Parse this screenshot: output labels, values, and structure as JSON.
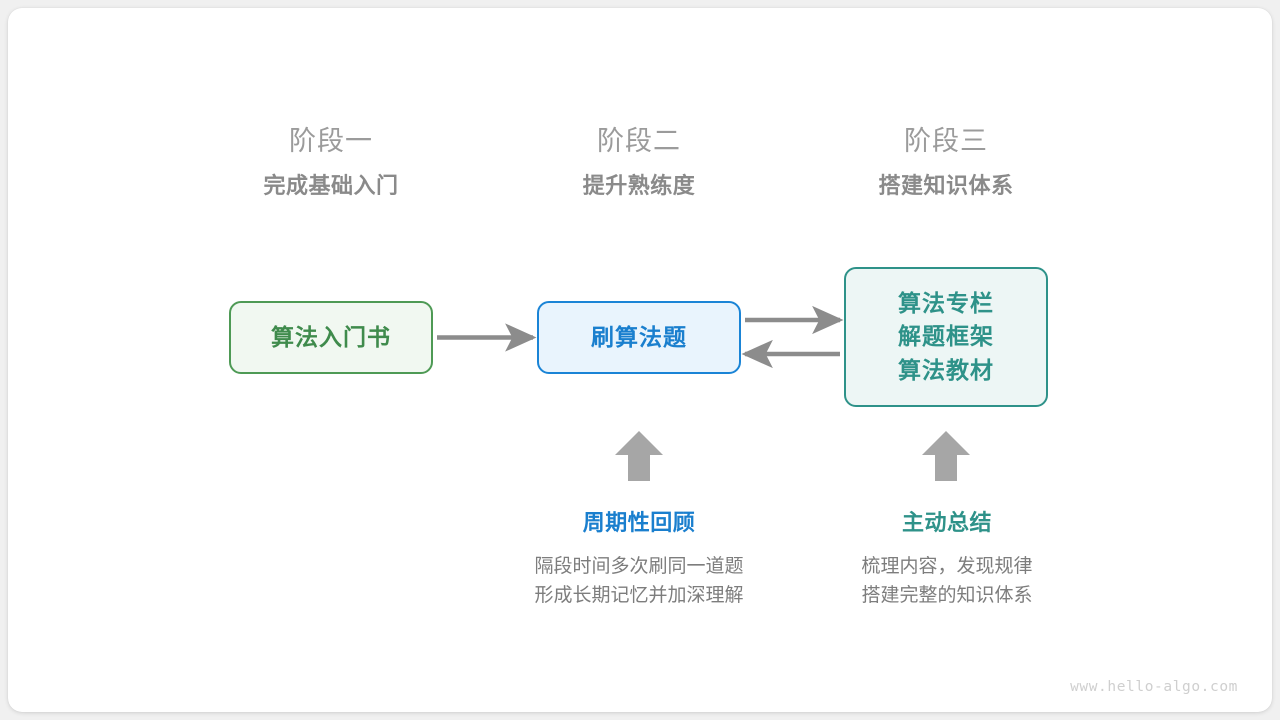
{
  "watermark": "www.hello-algo.com",
  "colors": {
    "book_border": "#4e9a55",
    "book_fill": "#f1f8f1",
    "book_text": "#3f8b4c",
    "practice_border": "#1a84d6",
    "practice_fill": "#e9f4fd",
    "practice_text": "#1a7fce",
    "resources_border": "#2e9289",
    "resources_fill": "#edf6f5",
    "resources_text": "#2e9289",
    "arrow": "#8c8c8c",
    "phase_title": "#9b9b9b",
    "phase_subtitle": "#8a8a8a",
    "description": "#7d7d7d"
  },
  "phases": [
    {
      "title": "阶段一",
      "subtitle": "完成基础入门"
    },
    {
      "title": "阶段二",
      "subtitle": "提升熟练度"
    },
    {
      "title": "阶段三",
      "subtitle": "搭建知识体系"
    }
  ],
  "boxes": {
    "book": {
      "label": "算法入门书"
    },
    "practice": {
      "label": "刷算法题"
    },
    "resources": {
      "line1": "算法专栏",
      "line2": "解题框架",
      "line3": "算法教材"
    }
  },
  "annotations": [
    {
      "title": "周期性回顾",
      "desc_line1": "隔段时间多次刷同一道题",
      "desc_line2": "形成长期记忆并加深理解"
    },
    {
      "title": "主动总结",
      "desc_line1": "梳理内容，发现规律",
      "desc_line2": "搭建完整的知识体系"
    }
  ]
}
